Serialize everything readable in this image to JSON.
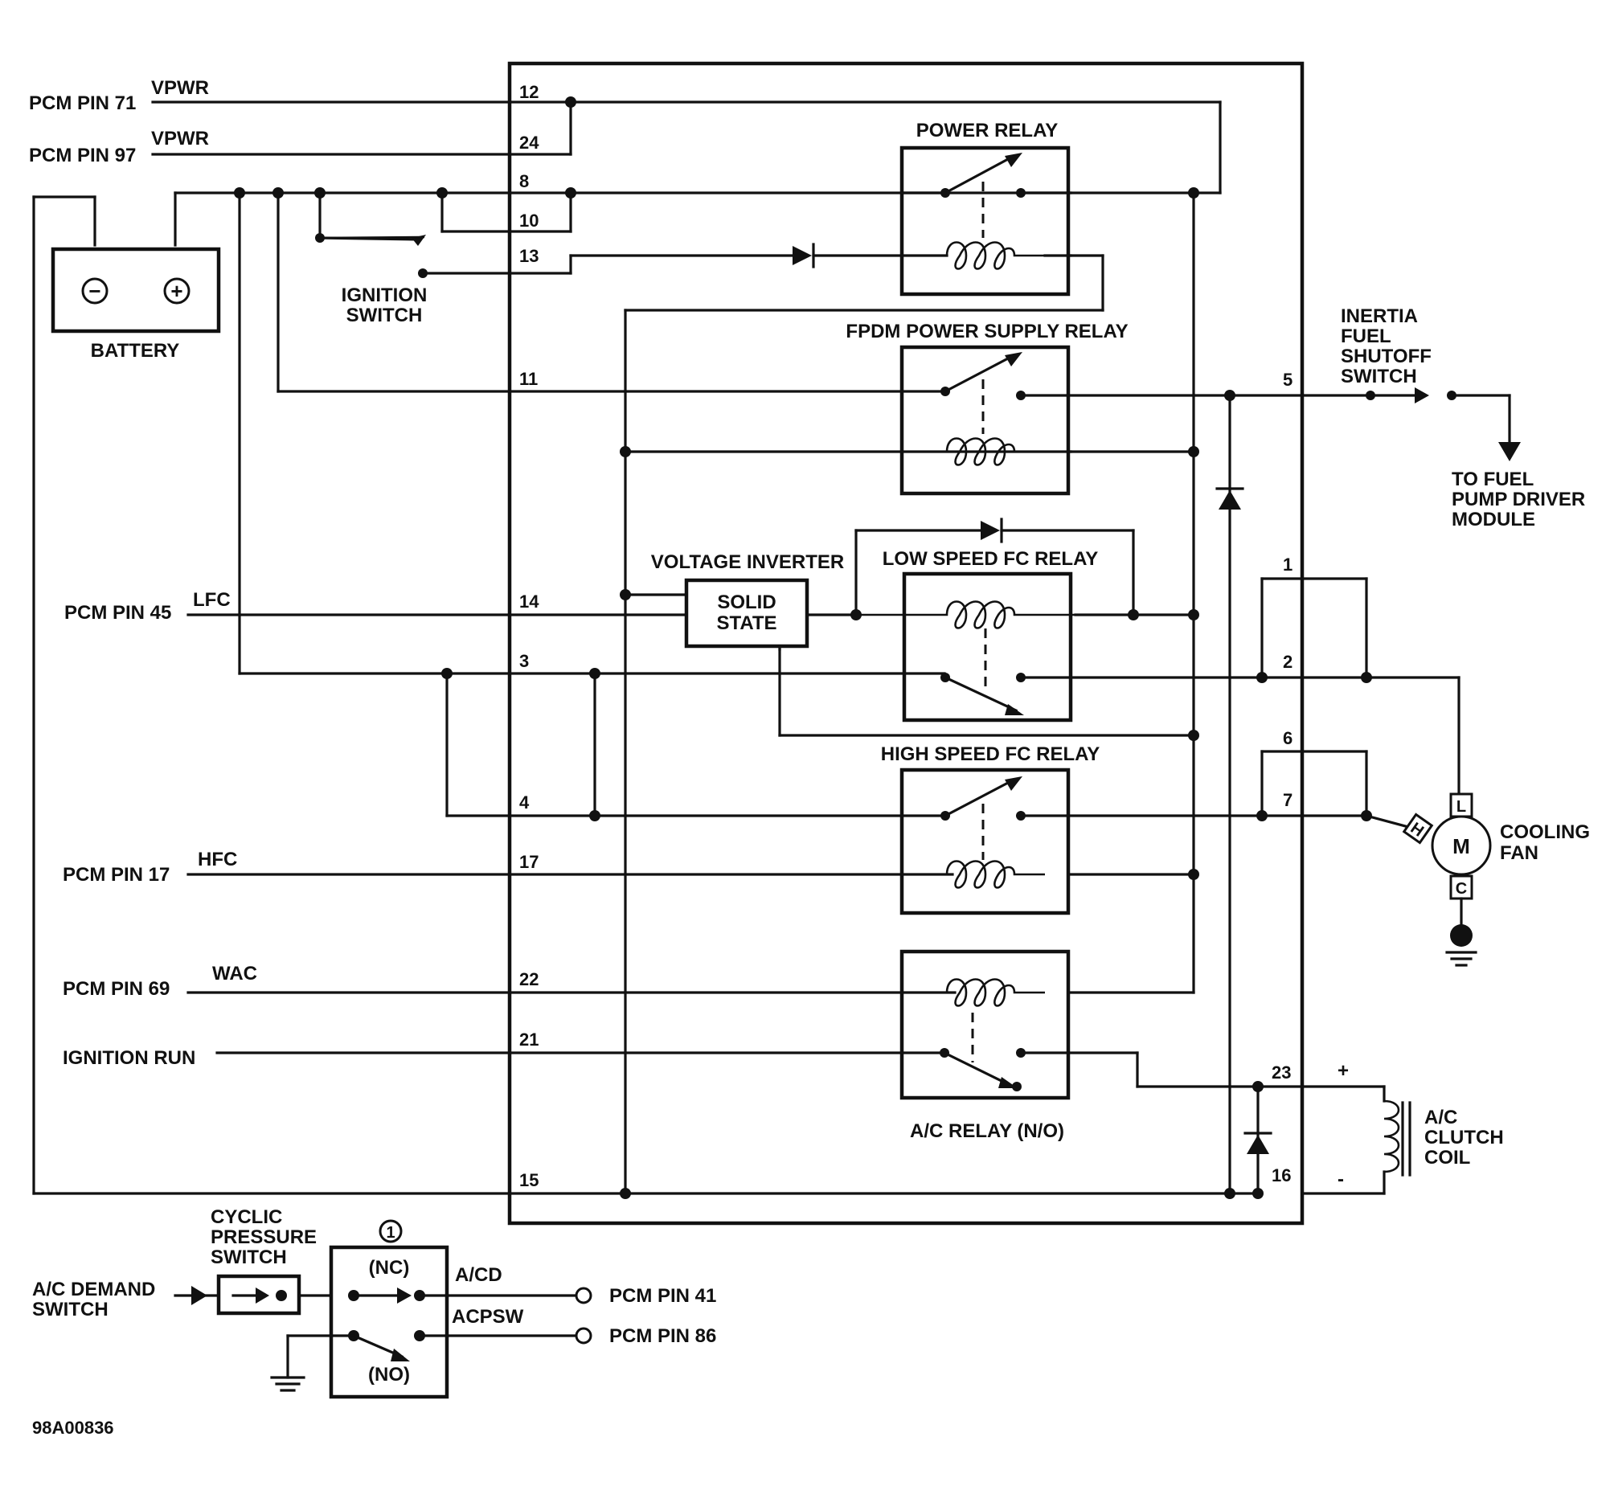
{
  "diagram": {
    "pcm_pins": {
      "pin71": "PCM PIN 71",
      "pin97": "PCM PIN 97",
      "pin45": "PCM PIN 45",
      "pin17": "PCM PIN 17",
      "pin69": "PCM PIN 69",
      "pin41": "PCM PIN 41",
      "pin86": "PCM PIN 86"
    },
    "signals": {
      "vpwr": "VPWR",
      "lfc": "LFC",
      "hfc": "HFC",
      "wac": "WAC",
      "acd": "A/CD",
      "acpsw": "ACPSW",
      "ignition_run": "IGNITION RUN"
    },
    "components": {
      "battery": "BATTERY",
      "ignition_switch": [
        "IGNITION",
        "SWITCH"
      ],
      "power_relay": "POWER RELAY",
      "fpdm_relay": "FPDM POWER SUPPLY RELAY",
      "voltage_inverter": "VOLTAGE INVERTER",
      "solid_state": [
        "SOLID",
        "STATE"
      ],
      "low_speed_relay": "LOW SPEED FC RELAY",
      "high_speed_relay": "HIGH SPEED FC RELAY",
      "ac_relay": "A/C RELAY (N/O)",
      "inertia_switch": [
        "INERTIA",
        "FUEL",
        "SHUTOFF",
        "SWITCH"
      ],
      "fuel_pump_module": [
        "TO FUEL",
        "PUMP DRIVER",
        "MODULE"
      ],
      "cooling_fan": [
        "COOLING",
        "FAN"
      ],
      "ac_clutch_coil": [
        "A/C",
        "CLUTCH",
        "COIL"
      ],
      "cyclic_pressure_switch": [
        "CYCLIC",
        "PRESSURE",
        "SWITCH"
      ],
      "ac_demand_switch": [
        "A/C DEMAND",
        "SWITCH"
      ],
      "nc": "(NC)",
      "no": "(NO)",
      "callout": "1"
    },
    "motor": {
      "m": "M",
      "l": "L",
      "h": "H",
      "c": "C"
    },
    "polarity": {
      "plus": "+",
      "minus": "-"
    },
    "battery_terminals": {
      "neg": "−",
      "pos": "+"
    },
    "module_pins": [
      "12",
      "24",
      "8",
      "10",
      "13",
      "11",
      "14",
      "3",
      "4",
      "17",
      "22",
      "21",
      "15"
    ],
    "output_pins": [
      "5",
      "1",
      "2",
      "6",
      "7",
      "23",
      "16"
    ],
    "figure_id": "98A00836"
  }
}
